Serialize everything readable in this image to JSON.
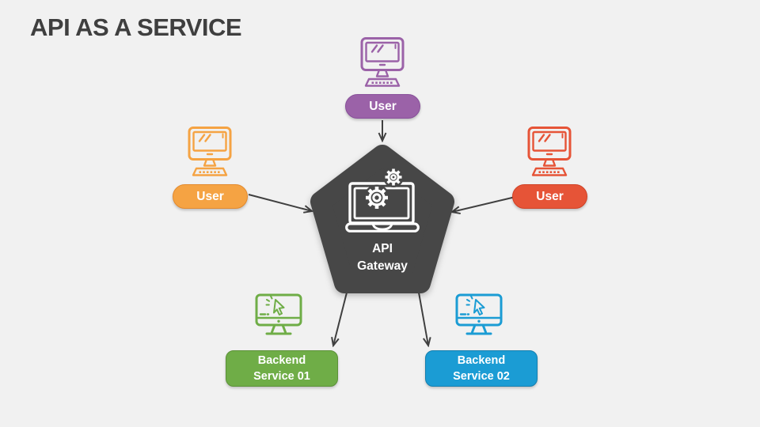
{
  "slide": {
    "title": "API AS A SERVICE",
    "title_color": "#3F3F3F",
    "background": "#F1F1F1"
  },
  "gateway": {
    "line1": "API",
    "line2": "Gateway",
    "fill": "#474747",
    "text_color": "#FFFFFF",
    "icon": "laptop-gears-icon"
  },
  "users": {
    "top": {
      "label": "User",
      "fill": "#9B62A8",
      "border": "#88509A",
      "icon": "desktop-computer-icon"
    },
    "left": {
      "label": "User",
      "fill": "#F5A343",
      "border": "#E38A2D",
      "icon": "desktop-computer-icon"
    },
    "right": {
      "label": "User",
      "fill": "#E65437",
      "border": "#D04226",
      "icon": "desktop-computer-icon"
    }
  },
  "backends": {
    "one": {
      "line1": "Backend",
      "line2": "Service 01",
      "fill": "#6FAD47",
      "border": "#5C9138",
      "icon": "monitor-cursor-icon"
    },
    "two": {
      "line1": "Backend",
      "line2": "Service 02",
      "fill": "#1B9CD4",
      "border": "#157FAE",
      "icon": "monitor-cursor-icon"
    }
  },
  "connections": {
    "color": "#404040",
    "list": [
      {
        "from": "user-top",
        "to": "api-gateway"
      },
      {
        "from": "user-left",
        "to": "api-gateway"
      },
      {
        "from": "user-right",
        "to": "api-gateway"
      },
      {
        "from": "api-gateway",
        "to": "backend-service-01"
      },
      {
        "from": "api-gateway",
        "to": "backend-service-02"
      }
    ]
  }
}
